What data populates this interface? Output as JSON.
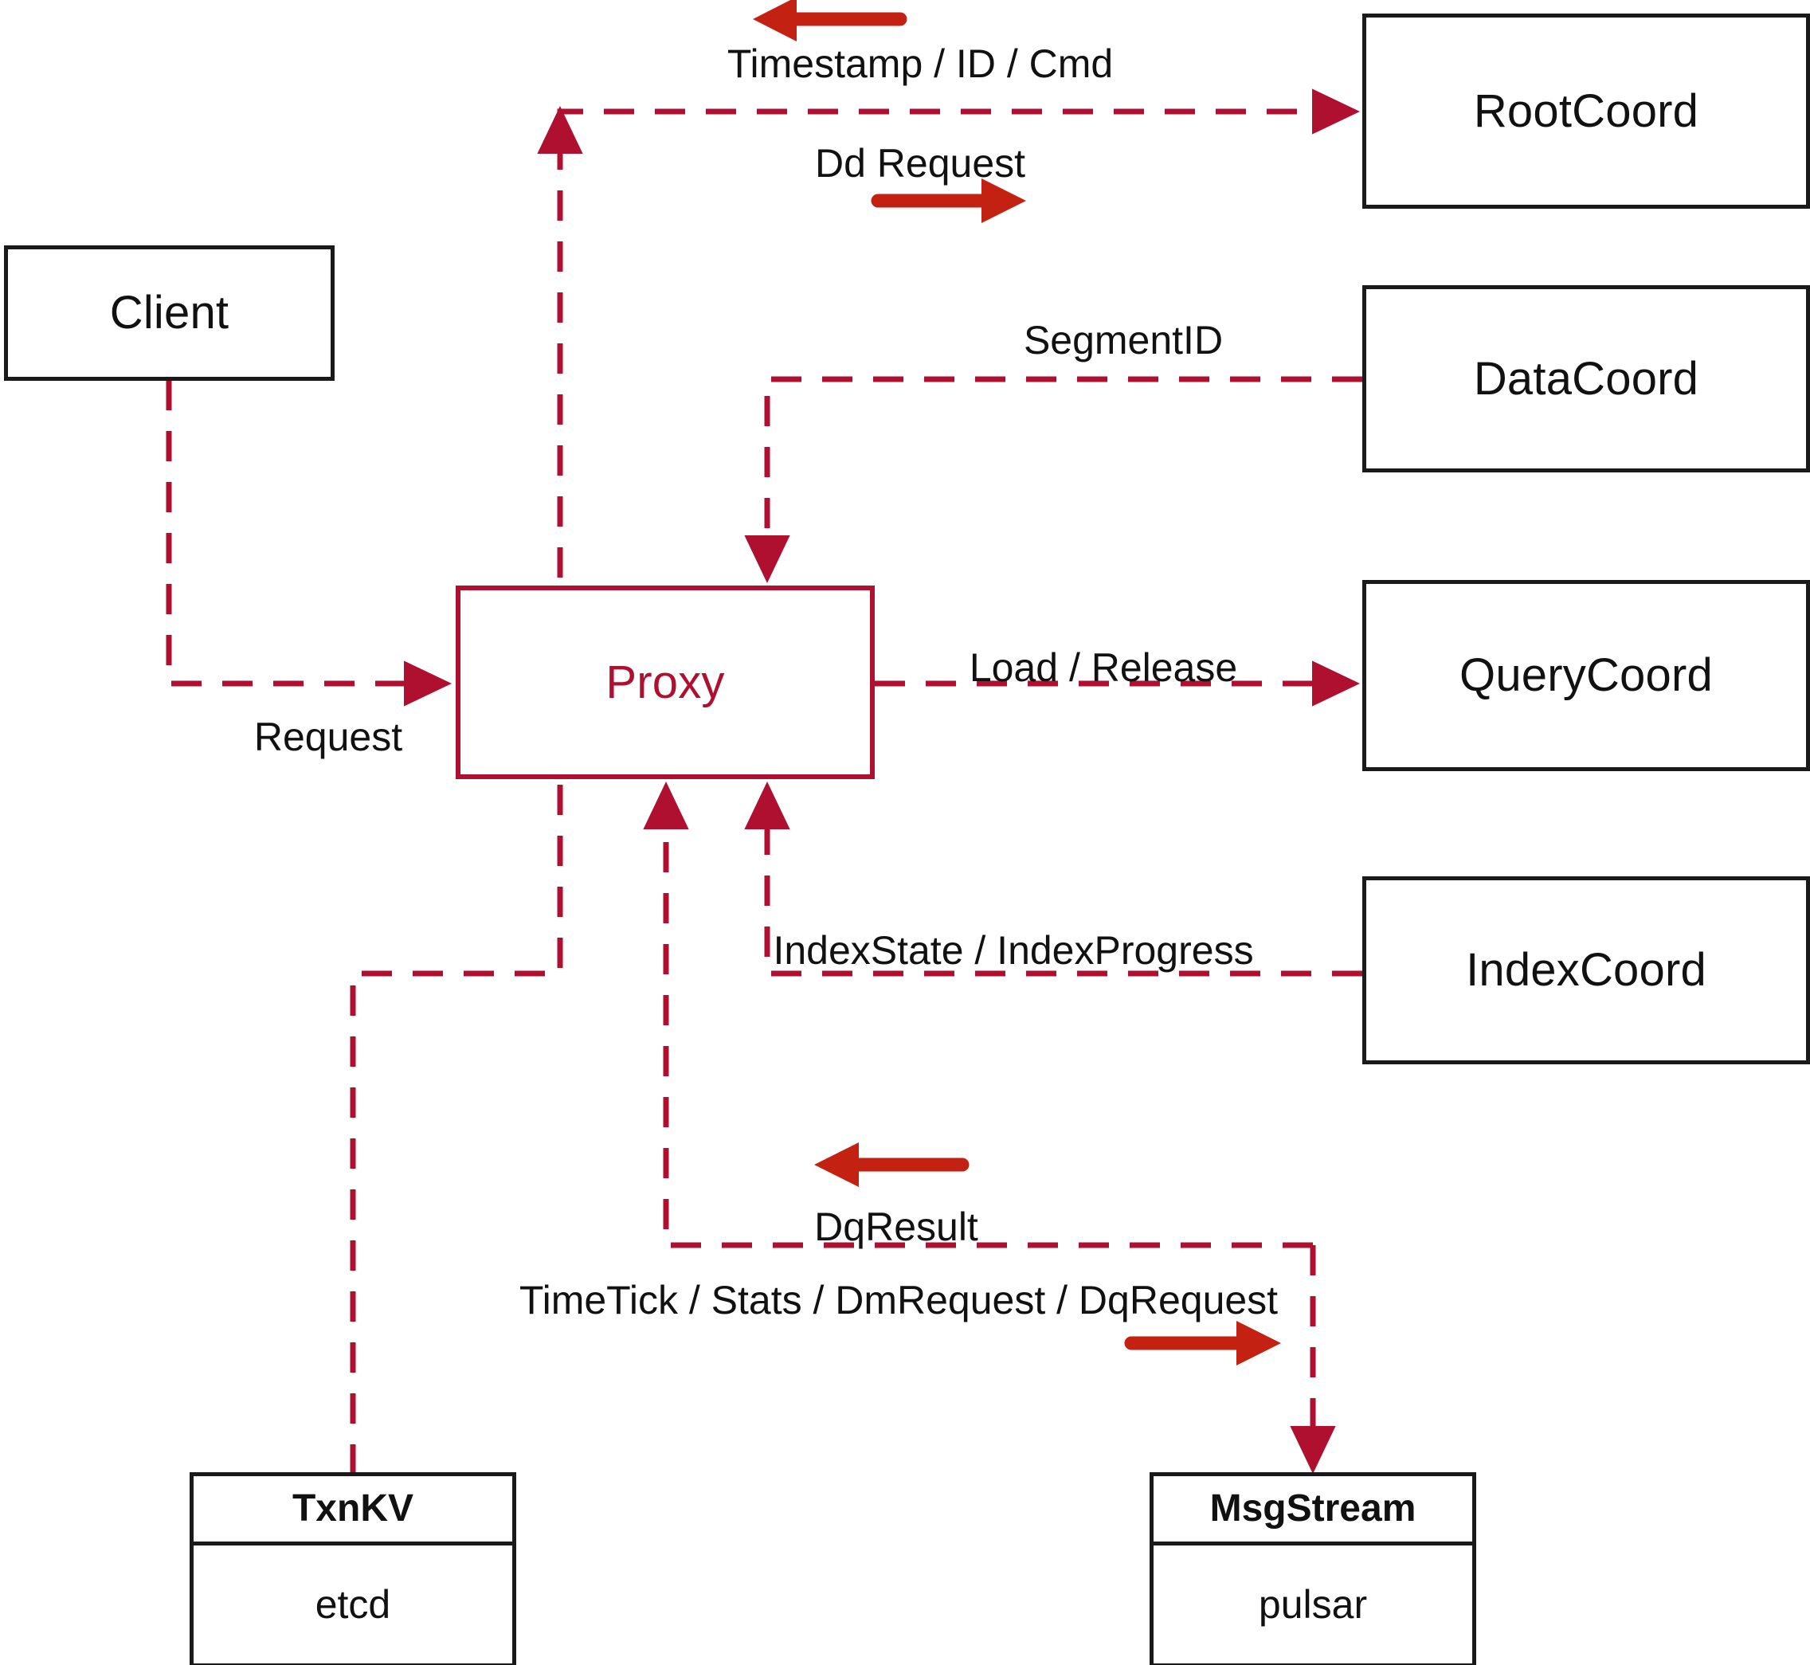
{
  "diagram": {
    "title": "Milvus Proxy interaction diagram",
    "colors": {
      "node_stroke": "#1a1a1a",
      "proxy_stroke": "#b01030",
      "wire": "#b01030",
      "glyph_arrow": "#c32213",
      "text": "#111111",
      "background": "#ffffff"
    }
  },
  "nodes": {
    "client": {
      "label": "Client"
    },
    "proxy": {
      "label": "Proxy"
    },
    "root_coord": {
      "label": "RootCoord"
    },
    "data_coord": {
      "label": "DataCoord"
    },
    "query_coord": {
      "label": "QueryCoord"
    },
    "index_coord": {
      "label": "IndexCoord"
    },
    "txnkv": {
      "header": "TxnKV",
      "body": "etcd"
    },
    "msgstream": {
      "header": "MsgStream",
      "body": "pulsar"
    }
  },
  "edges": {
    "timestamp_id_cmd": {
      "label": "Timestamp / ID / Cmd",
      "direction": "left"
    },
    "dd_request": {
      "label": "Dd Request",
      "direction": "right"
    },
    "segment_id": {
      "label": "SegmentID",
      "direction": "left"
    },
    "request": {
      "label": "Request",
      "direction": "right"
    },
    "load_release": {
      "label": "Load / Release",
      "direction": "right"
    },
    "index_state_progress": {
      "label": "IndexState / IndexProgress",
      "direction": "left"
    },
    "dq_result": {
      "label": "DqResult",
      "direction": "left"
    },
    "timetick_stats_dm_dq": {
      "label": "TimeTick / Stats / DmRequest / DqRequest",
      "direction": "right"
    }
  }
}
